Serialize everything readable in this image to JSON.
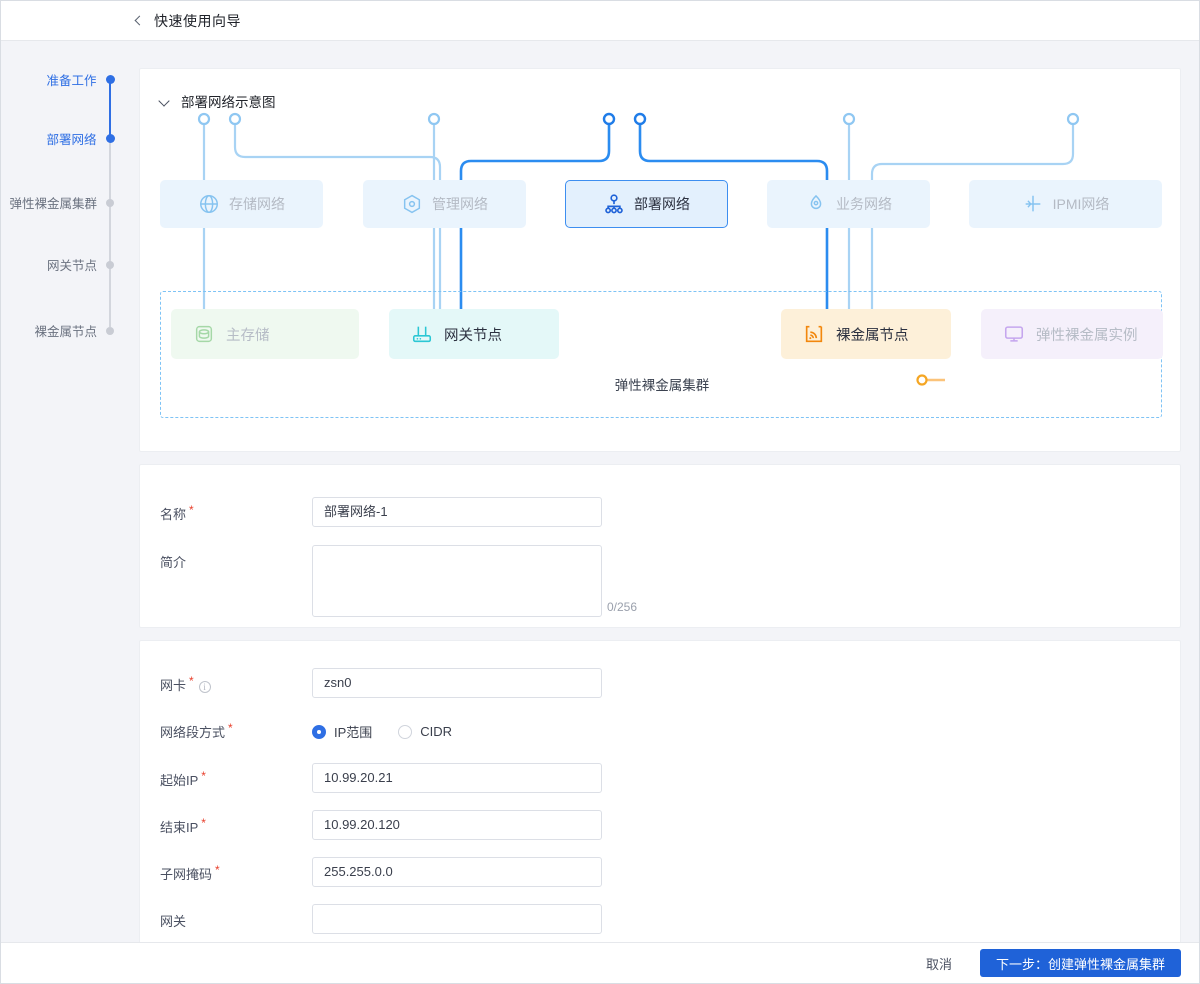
{
  "header": {
    "title": "快速使用向导",
    "back_icon": "chevron-left-icon"
  },
  "steps": {
    "items": [
      {
        "label": "准备工作",
        "state": "done"
      },
      {
        "label": "部署网络",
        "state": "active"
      },
      {
        "label": "弹性裸金属集群",
        "state": "pending"
      },
      {
        "label": "网关节点",
        "state": "pending"
      },
      {
        "label": "裸金属节点",
        "state": "pending"
      }
    ]
  },
  "diagram": {
    "title": "部署网络示意图",
    "collapse_icon": "chevron-down-icon",
    "cluster_caption": "弹性裸金属集群",
    "networks": [
      {
        "label": "存储网络",
        "icon": "globe-icon",
        "selected": false
      },
      {
        "label": "管理网络",
        "icon": "hexagon-dot-icon",
        "selected": false
      },
      {
        "label": "部署网络",
        "icon": "sitemap-icon",
        "selected": true
      },
      {
        "label": "业务网络",
        "icon": "cloud-nodes-icon",
        "selected": false
      },
      {
        "label": "IPMI网络",
        "icon": "ipmi-probe-icon",
        "selected": false
      }
    ],
    "nodes": [
      {
        "label": "主存储",
        "icon": "database-icon",
        "active": false
      },
      {
        "label": "网关节点",
        "icon": "router-icon",
        "active": true
      },
      {
        "label": "裸金属节点",
        "icon": "signal-icon",
        "active": true
      },
      {
        "label": "弹性裸金属实例",
        "icon": "monitor-icon",
        "active": false
      }
    ]
  },
  "basic_form": {
    "name": {
      "label": "名称",
      "required": true,
      "value": "部署网络-1"
    },
    "desc": {
      "label": "简介",
      "required": false,
      "value": "",
      "counter": "0/256"
    }
  },
  "network_form": {
    "nic": {
      "label": "网卡",
      "required": true,
      "info_icon": "info-circle-icon",
      "value": "zsn0"
    },
    "seg_mode": {
      "label": "网络段方式",
      "required": true,
      "options": [
        "IP范围",
        "CIDR"
      ],
      "selected": "IP范围"
    },
    "start_ip": {
      "label": "起始IP",
      "required": true,
      "value": "10.99.20.21"
    },
    "end_ip": {
      "label": "结束IP",
      "required": true,
      "value": "10.99.20.120"
    },
    "netmask": {
      "label": "子网掩码",
      "required": true,
      "value": "255.255.0.0"
    },
    "gateway": {
      "label": "网关",
      "required": false,
      "value": ""
    }
  },
  "footer": {
    "cancel": "取消",
    "next": "下一步：创建弹性裸金属集群"
  },
  "colors": {
    "primary": "#1f62d8",
    "active_step": "#2f6fe4",
    "required": "#e8402d",
    "wire_light": "#a8d3f4",
    "wire_strong": "#2b8cf0",
    "dash_border": "#7ec3f5",
    "node_storage": "#eff9f0",
    "node_gateway": "#e4f8f8",
    "node_baremetal": "#fdf0d9",
    "node_instance": "#f5f0fb"
  }
}
